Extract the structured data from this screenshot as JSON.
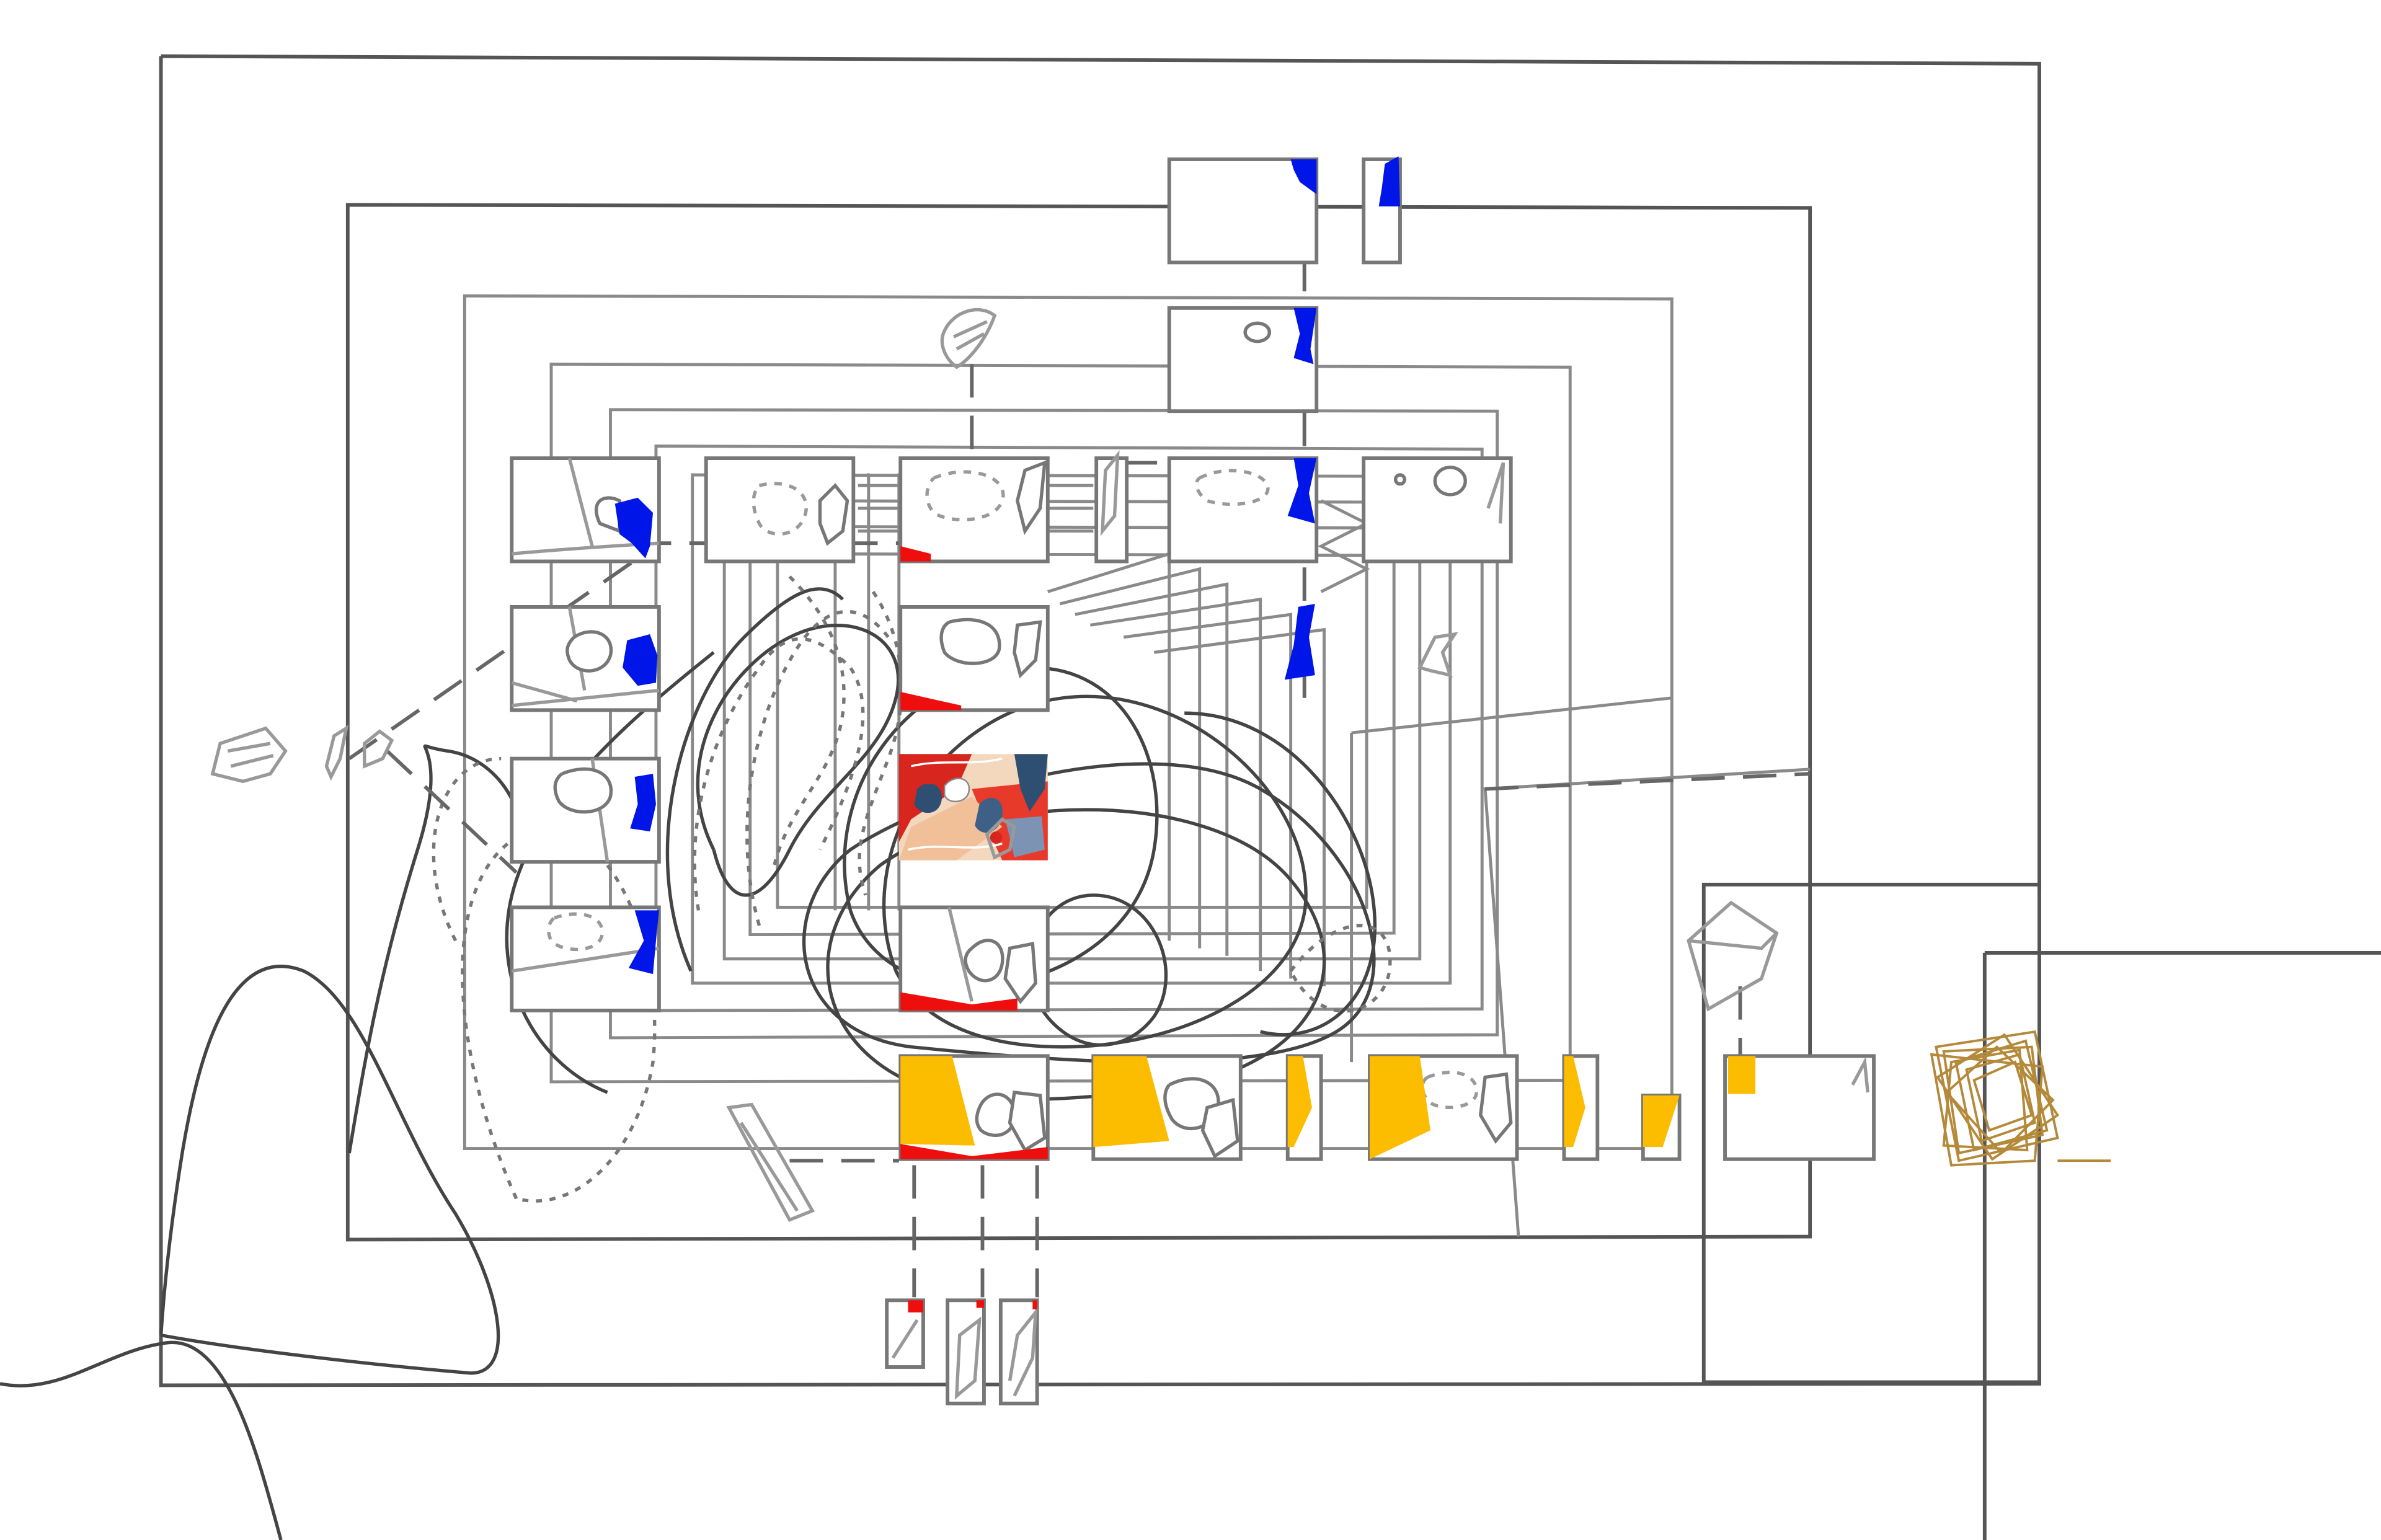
{
  "colors": {
    "blue": "#0016e8",
    "red": "#ee0e0e",
    "yellow": "#fcbc00",
    "gold": "#b48a3a",
    "navy": "#2f4f72",
    "line": "#555555",
    "paper": "#ffffff"
  },
  "layers": {
    "frames": "nested-rectangular-frames",
    "panels": "storyboard-panels",
    "blue_shapes": "blue-fill-shapes",
    "red_shapes": "red-fill-shapes",
    "yellow_shapes": "yellow-fill-shapes",
    "collage": "central-collage-image",
    "spiral": "gold-square-spiral",
    "curves": "freehand-curves"
  }
}
